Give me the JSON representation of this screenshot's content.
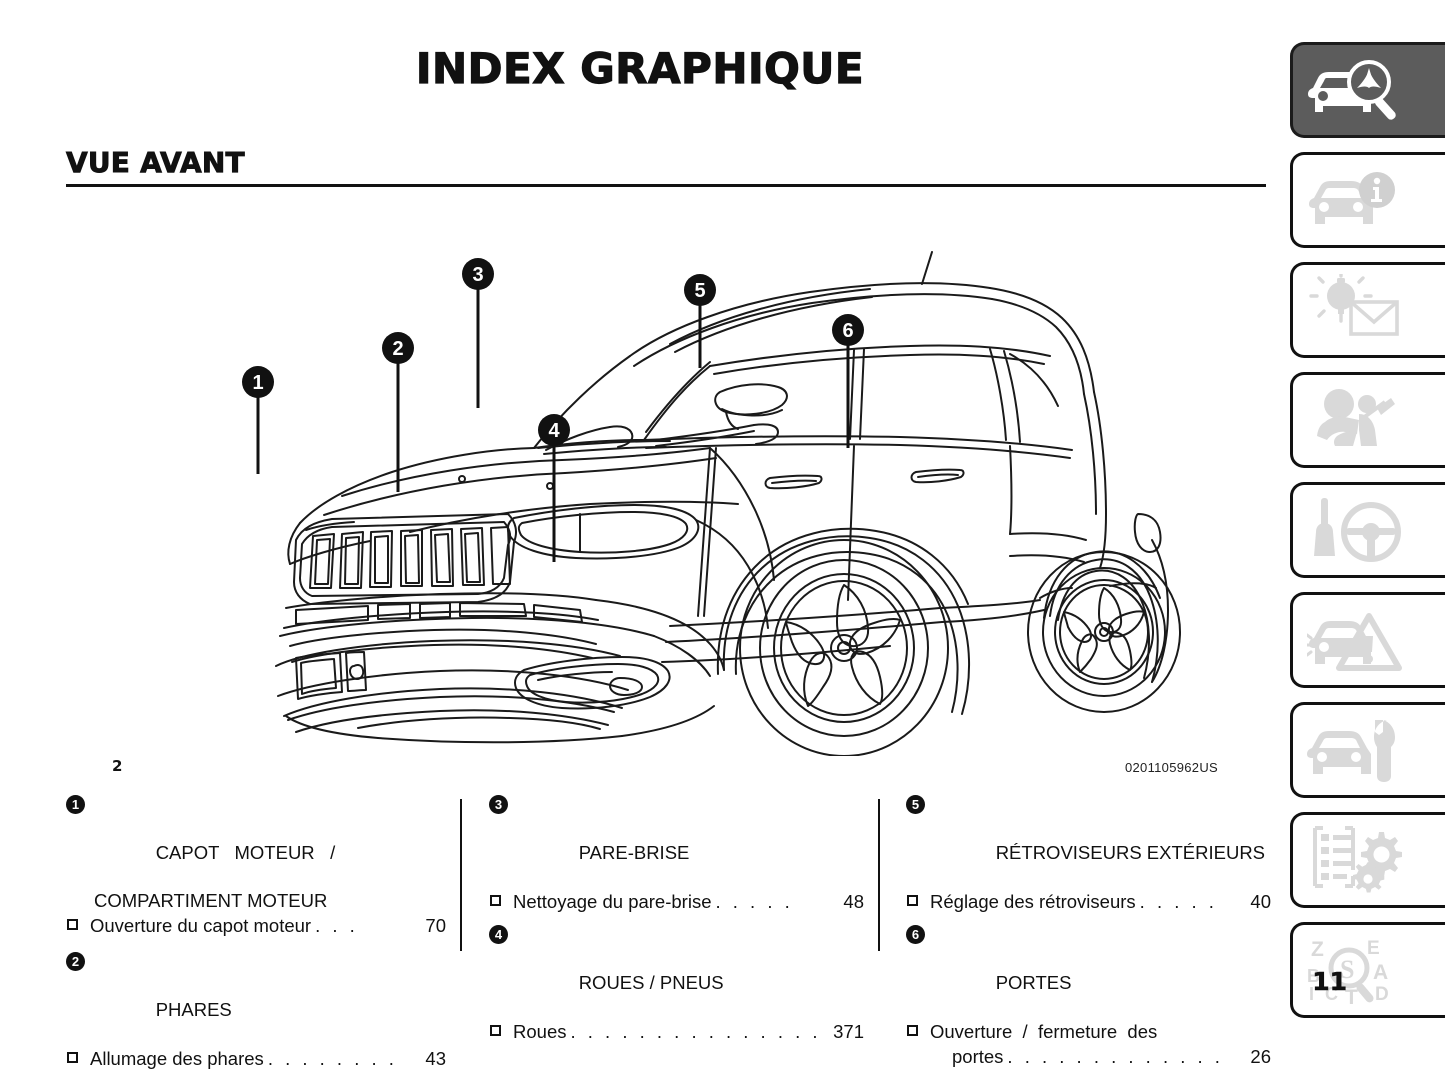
{
  "document": {
    "title": "INDEX GRAPHIQUE",
    "section_title": "VUE AVANT",
    "figure_caption": "2",
    "figure_code": "0201105962US",
    "page_number": "11"
  },
  "callouts": [
    {
      "id": "1",
      "label": "1"
    },
    {
      "id": "2",
      "label": "2"
    },
    {
      "id": "3",
      "label": "3"
    },
    {
      "id": "4",
      "label": "4"
    },
    {
      "id": "5",
      "label": "5"
    },
    {
      "id": "6",
      "label": "6"
    }
  ],
  "legend": {
    "columns": [
      {
        "groups": [
          {
            "number": "1",
            "heading_line1": "CAPOT   MOTEUR   /",
            "heading_line2": "COMPARTIMENT MOTEUR",
            "entries": [
              {
                "text": "Ouverture du capot moteur",
                "dots": ". . .",
                "page": "70"
              }
            ]
          },
          {
            "number": "2",
            "heading_line1": "PHARES",
            "heading_line2": "",
            "entries": [
              {
                "text": "Allumage des phares",
                "dots": ". . . . . . . .",
                "page": "43"
              }
            ]
          }
        ]
      },
      {
        "groups": [
          {
            "number": "3",
            "heading_line1": "PARE-BRISE",
            "heading_line2": "",
            "entries": [
              {
                "text": "Nettoyage du pare-brise",
                "dots": ". . . . .",
                "page": "48"
              }
            ]
          },
          {
            "number": "4",
            "heading_line1": "ROUES / PNEUS",
            "heading_line2": "",
            "entries": [
              {
                "text": "Roues",
                "dots": ". . . . . . . . . . . . . . . .",
                "page": "371"
              }
            ]
          }
        ]
      },
      {
        "groups": [
          {
            "number": "5",
            "heading_line1": "RÉTROVISEURS EXTÉRIEURS",
            "heading_line2": "",
            "entries": [
              {
                "text": "Réglage des rétroviseurs",
                "dots": ". . . . .",
                "page": "40"
              }
            ]
          },
          {
            "number": "6",
            "heading_line1": "PORTES",
            "heading_line2": "",
            "entries": [
              {
                "text": "Ouverture  /  fermeture  des",
                "dots": "",
                "page": ""
              },
              {
                "text": "portes",
                "dots": ". . . . . . . . . . . . . . . .",
                "page": "26",
                "continuation": true
              }
            ]
          }
        ]
      }
    ]
  },
  "tab_rail": {
    "tabs": [
      {
        "icon": "car-magnifier-icon",
        "name": "graphic-index",
        "active": true
      },
      {
        "icon": "car-info-icon",
        "name": "vehicle-knowledge",
        "active": false
      },
      {
        "icon": "lamp-envelope-icon",
        "name": "dashboard-messages",
        "active": false
      },
      {
        "icon": "airbag-seatbelt-icon",
        "name": "safety",
        "active": false
      },
      {
        "icon": "gear-lever-steering-wheel-icon",
        "name": "starting-driving",
        "active": false
      },
      {
        "icon": "car-warning-triangle-icon",
        "name": "emergency",
        "active": false
      },
      {
        "icon": "car-wrench-icon",
        "name": "maintenance-care",
        "active": false
      },
      {
        "icon": "document-gears-icon",
        "name": "technical-specifications",
        "active": false
      },
      {
        "icon": "alphabetical-index-icon",
        "name": "alphabetical-index",
        "active": false
      }
    ]
  },
  "colors": {
    "ink": "#111111",
    "active_tab_fill": "#5c5c5c",
    "inactive_icon": "#d9d9d9",
    "paper": "#ffffff"
  }
}
